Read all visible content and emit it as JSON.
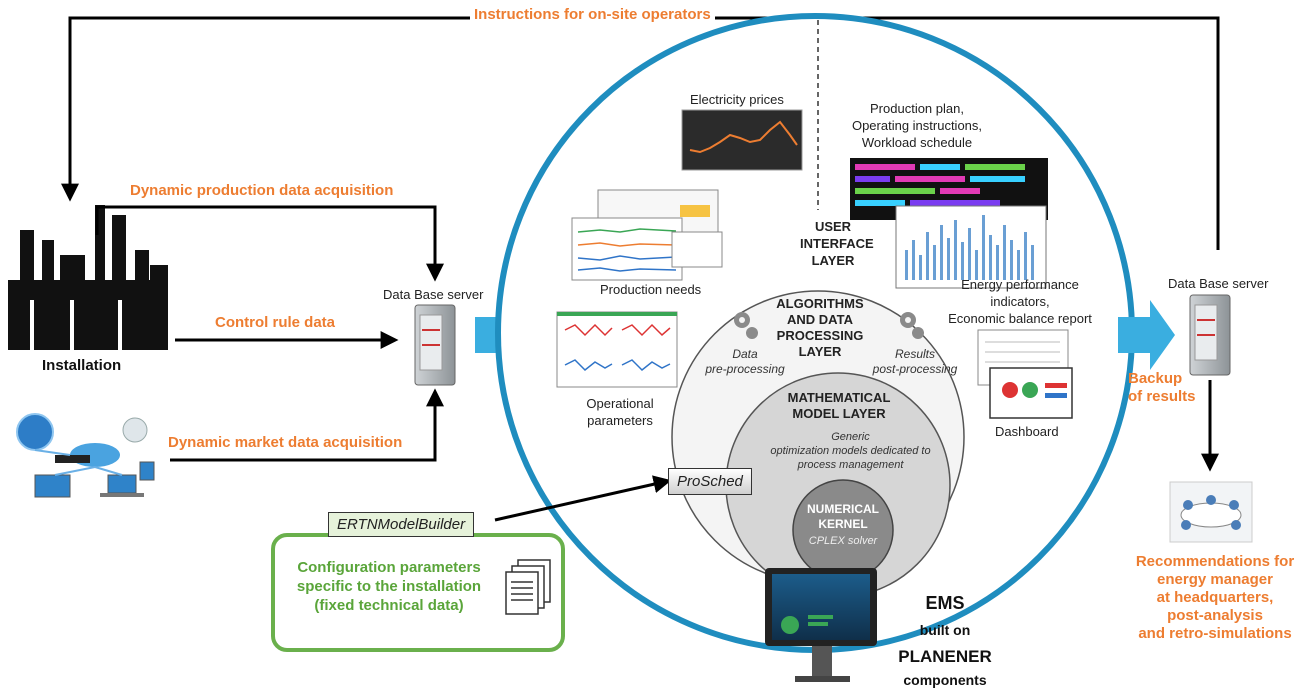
{
  "arrows": {
    "top_feedback": "Instructions for on-site operators",
    "production_acq": "Dynamic production data acquisition",
    "control_rule": "Control rule data",
    "market_acq": "Dynamic market data acquisition",
    "backup": "Backup\nof results"
  },
  "nodes": {
    "installation": "Installation",
    "db_left": "Data Base server",
    "db_right": "Data Base server",
    "recommendations": "Recommendations for\nenergy manager\nat headquarters,\npost-analysis\nand retro-simulations"
  },
  "config": {
    "builder": "ERTNModelBuilder",
    "text": "Configuration parameters\nspecific to the installation\n(fixed technical data)"
  },
  "ems_circle": {
    "electricity": "Electricity prices",
    "production_plan": "Production plan,\nOperating instructions,\nWorkload schedule",
    "user_interface": "USER\nINTERFACE\nLAYER",
    "production_needs": "Production needs",
    "energy_indicators": "Energy performance\nindicators,\nEconomic balance report",
    "operational": "Operational\nparameters",
    "dashboard": "Dashboard",
    "algorithms": "ALGORITHMS\nAND DATA\nPROCESSING\nLAYER",
    "pre": "Data\npre-processing",
    "post": "Results\npost-processing",
    "math_model": "MATHEMATICAL\nMODEL LAYER",
    "generic": "Generic\noptimization models dedicated to\nprocess management",
    "numerical": "NUMERICAL\nKERNEL",
    "cplex": "CPLEX solver",
    "prosched": "ProSched"
  },
  "ems_label": {
    "line1": "EMS",
    "line2": "built on",
    "line3": "PLANENER",
    "line4": "components"
  },
  "colors": {
    "accent_orange": "#ED7D31",
    "circle_blue": "#1f8dbf",
    "arrow_blue": "#3aaee0",
    "config_green": "#6ab04c"
  }
}
